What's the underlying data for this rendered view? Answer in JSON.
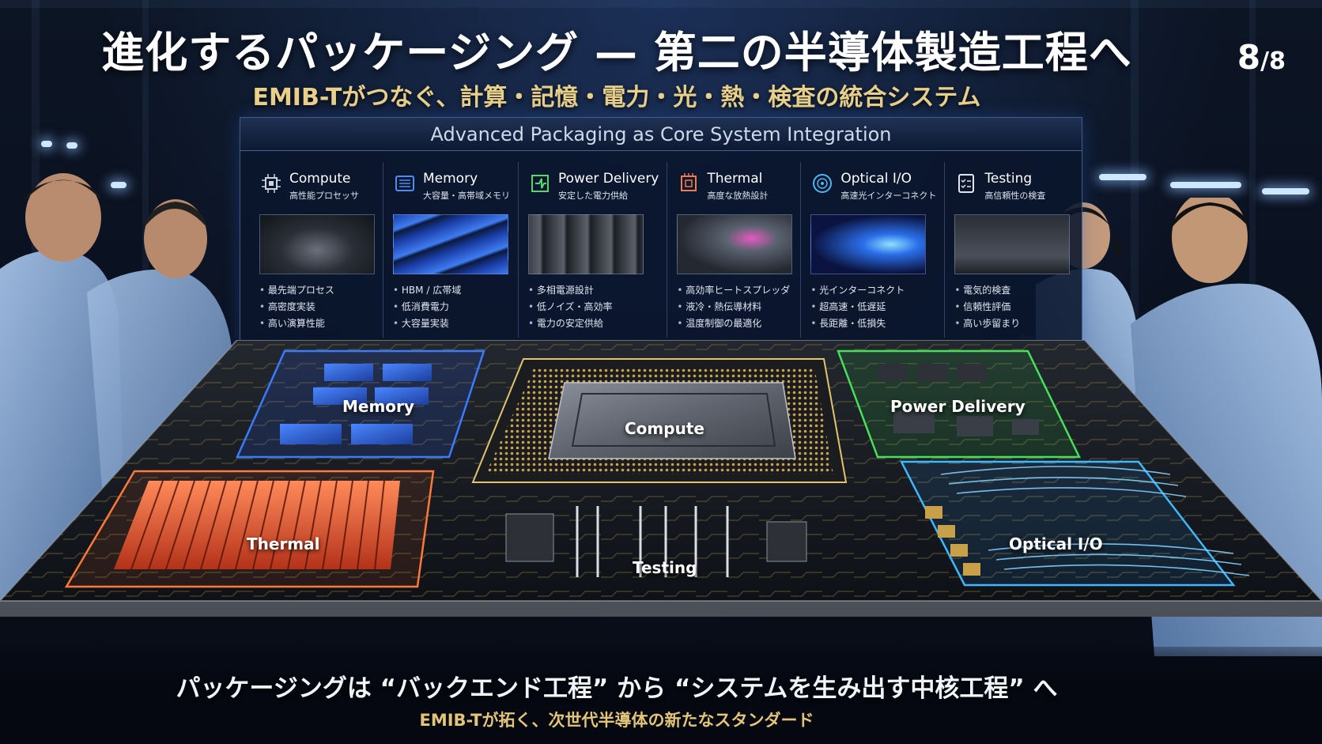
{
  "title": "進化するパッケージング — 第二の半導体製造工程へ",
  "page": {
    "current": "8",
    "total": "/8"
  },
  "subtitle": "EMIB-Tがつなぐ、計算・記憶・電力・光・熱・検査の統合システム",
  "panel_title": "Advanced Packaging as Core System Integration",
  "cards": [
    {
      "name": "Compute",
      "sub": "高性能プロセッサ",
      "icon": "chip-icon",
      "color": "#c9d3e2",
      "bullets": [
        "最先端プロセス",
        "高密度実装",
        "高い演算性能"
      ]
    },
    {
      "name": "Memory",
      "sub": "大容量・高帯域メモリ",
      "icon": "memory-icon",
      "color": "#4f8df0",
      "bullets": [
        "HBM / 広帯域",
        "低消費電力",
        "大容量実装"
      ]
    },
    {
      "name": "Power Delivery",
      "sub": "安定した電力供給",
      "icon": "power-circuit-icon",
      "color": "#57d66a",
      "bullets": [
        "多相電源設計",
        "低ノイズ・高効率",
        "電力の安定供給"
      ]
    },
    {
      "name": "Thermal",
      "sub": "高度な放熱設計",
      "icon": "heat-chip-icon",
      "color": "#ee7a4e",
      "bullets": [
        "高効率ヒートスプレッダ",
        "液冷・熱伝導材料",
        "温度制御の最適化"
      ]
    },
    {
      "name": "Optical I/O",
      "sub": "高速光インターコネクト",
      "icon": "optical-icon",
      "color": "#4fb6f4",
      "bullets": [
        "光インターコネクト",
        "超高速・低遅延",
        "長距離・低損失"
      ]
    },
    {
      "name": "Testing",
      "sub": "高信頼性の検査",
      "icon": "checklist-icon",
      "color": "#dfe6f1",
      "bullets": [
        "電気的検査",
        "信頼性評価",
        "高い歩留まり"
      ]
    }
  ],
  "board_labels": {
    "memory": "Memory",
    "compute": "Compute",
    "power": "Power Delivery",
    "thermal": "Thermal",
    "testing": "Testing",
    "optical": "Optical I/O"
  },
  "bottom_main": "パッケージングは “バックエンド工程” から “システムを生み出す中核工程” へ",
  "bottom_sub": "EMIB-Tが拓く、次世代半導体の新たなスタンダード",
  "colors": {
    "gold": "#e8cf8a",
    "memory_glow": "#3a7cff",
    "power_glow": "#47e05a",
    "thermal_glow": "#ff7a3a",
    "optical_glow": "#3fb8ff",
    "compute_glow": "#e2c46b"
  }
}
